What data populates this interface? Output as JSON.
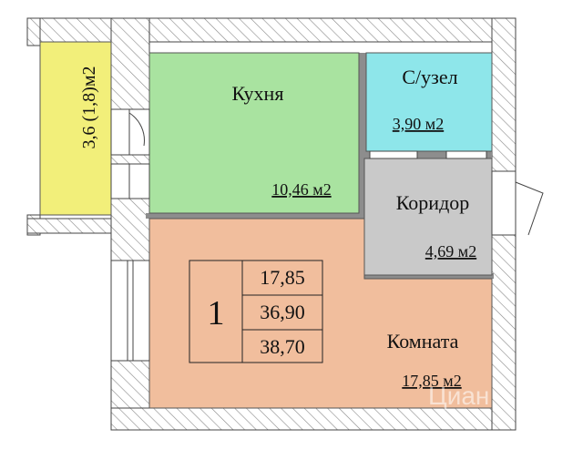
{
  "colors": {
    "kitchen": "#a9e3a0",
    "bathroom": "#8ee6ea",
    "corridor": "#c9c9c9",
    "room": "#f1be9d",
    "balcony": "#f2ef7a",
    "wall_hatch": "#8a8a8a"
  },
  "rooms": {
    "kitchen": {
      "name": "Кухня",
      "area": "10,46 м2"
    },
    "bathroom": {
      "name": "С/узел",
      "area": "3,90 м2"
    },
    "corridor": {
      "name": "Коридор",
      "area": "4,69 м2"
    },
    "room": {
      "name": "Комната",
      "area": "17,85 м2"
    },
    "balcony": {
      "area": "3,6 (1,8)м2"
    }
  },
  "summary": {
    "rooms_count": "1",
    "living_area": "17,85",
    "total_area": "36,90",
    "total_with_balcony": "38,70"
  },
  "watermark": "Циан"
}
